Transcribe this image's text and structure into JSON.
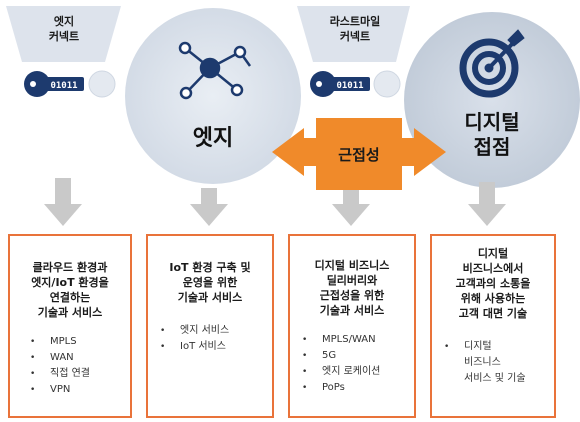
{
  "connectors": {
    "edge": {
      "line1": "엣지",
      "line2": "커넥트",
      "code": "01011"
    },
    "last_mile": {
      "line1": "라스트마일",
      "line2": "커넥트",
      "code": "01011"
    }
  },
  "circles": {
    "edge": {
      "label": "엣지"
    },
    "digital": {
      "line1": "디지털",
      "line2": "접점"
    }
  },
  "proximity_label": "근접성",
  "boxes": [
    {
      "title_lines": [
        "클라우드 환경과",
        "엣지/IoT 환경을",
        "연결하는",
        "기술과 서비스"
      ],
      "items": [
        "MPLS",
        "WAN",
        "직접 연결",
        "VPN"
      ]
    },
    {
      "title_lines": [
        "IoT 환경 구축 및",
        "운영을 위한",
        "기술과 서비스"
      ],
      "items": [
        "엣지 서비스",
        "IoT 서비스"
      ]
    },
    {
      "title_lines": [
        "디지털 비즈니스",
        "딜리버리와",
        "근접성을 위한",
        "기술과 서비스"
      ],
      "items": [
        "MPLS/WAN",
        "5G",
        "엣지 로케이션",
        "PoPs"
      ]
    },
    {
      "title_lines": [
        "디지털",
        "비즈니스에서",
        "고객과의 소통을",
        "위해 사용하는",
        "고객 대면 기술"
      ],
      "items": [
        "디지털",
        "비즈니스",
        "서비스 및 기술"
      ]
    }
  ],
  "colors": {
    "accent_orange": "#f08a2a",
    "box_border": "#e9733a",
    "pale_blue": "#dce3ec",
    "grey_arrow": "#c9c9c9",
    "navy": "#1d3a6e"
  }
}
